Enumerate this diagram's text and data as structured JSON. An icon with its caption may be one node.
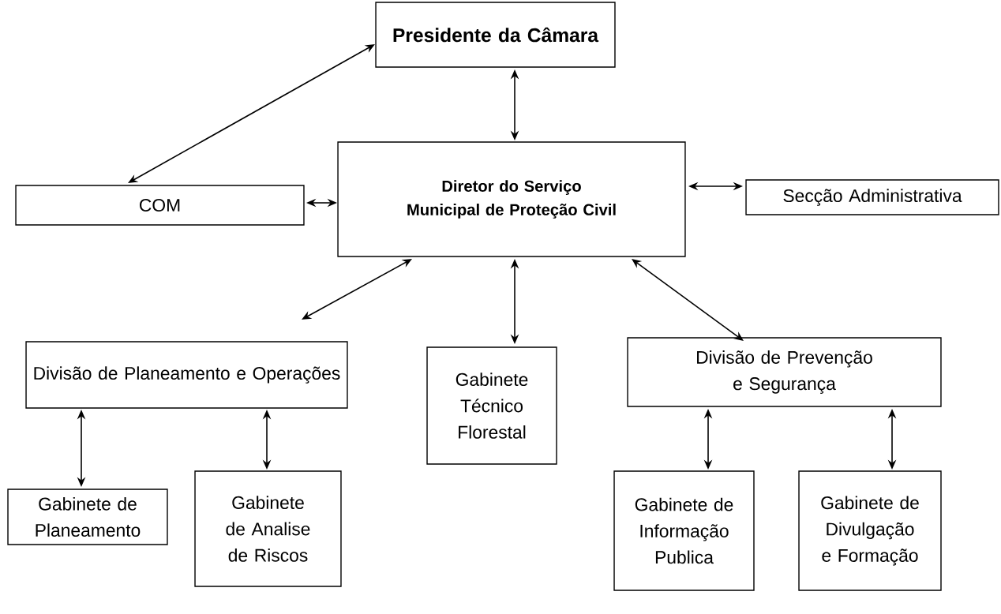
{
  "diagram": {
    "nodes": [
      {
        "text": [
          "Presidente da Câmara"
        ]
      },
      {
        "text": [
          "COM"
        ]
      },
      {
        "text": [
          "Diretor do Serviço Municipal de Proteção Civil"
        ]
      },
      {
        "text": [
          "Secção Administrativa"
        ]
      },
      {
        "text": [
          "Divisão de Planeamento e Operações"
        ]
      },
      {
        "text": [
          "Gabinete Técnico Florestal"
        ]
      },
      {
        "text": [
          "Divisão de Prevenção e Segurança"
        ]
      },
      {
        "text": [
          "Gabinete de Planeamento"
        ]
      },
      {
        "text": [
          "Gabinete de Analise de Riscos"
        ]
      },
      {
        "text": [
          "Gabinete de Informação Publica"
        ]
      },
      {
        "text": [
          "Gabinete de Divulgação e Formação"
        ]
      }
    ],
    "edges": [
      {
        "from": 1,
        "to": 0,
        "arrow": "both"
      },
      {
        "from": 0,
        "to": 2,
        "arrow": "both"
      },
      {
        "from": 1,
        "to": 2,
        "arrow": "both"
      },
      {
        "from": 2,
        "to": 3,
        "arrow": "both"
      },
      {
        "from": 2,
        "to": 4,
        "arrow": "both"
      },
      {
        "from": 2,
        "to": 5,
        "arrow": "both"
      },
      {
        "from": 2,
        "to": 6,
        "arrow": "both"
      },
      {
        "from": 4,
        "to": 7,
        "arrow": "both"
      },
      {
        "from": 4,
        "to": 8,
        "arrow": "both"
      },
      {
        "from": 6,
        "to": 9,
        "arrow": "both"
      },
      {
        "from": 6,
        "to": 10,
        "arrow": "both"
      }
    ]
  }
}
